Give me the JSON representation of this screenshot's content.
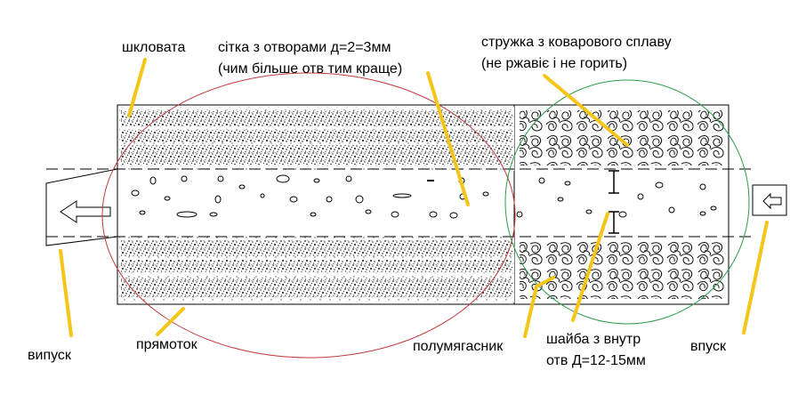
{
  "labels": {
    "fiberglass": "шкловата",
    "mesh_line1": "сітка з отворами д=2=3мм",
    "mesh_line2": "(чим більше отв тим краще)",
    "shavings_line1": "стружка з коварового сплаву",
    "shavings_line2": "(не ржавіє і не горить)",
    "outlet": "випуск",
    "straight_through": "прямоток",
    "flame_arrester": "полумягасник",
    "washer_line1": "шайба з внутр",
    "washer_line2": "отв Д=12-15мм",
    "inlet": "впуск"
  },
  "colors": {
    "leader": "#f5c518",
    "red_circle": "#c0393b",
    "green_circle": "#2e9e4a",
    "line": "#000000",
    "fill_dark": "#333333"
  }
}
